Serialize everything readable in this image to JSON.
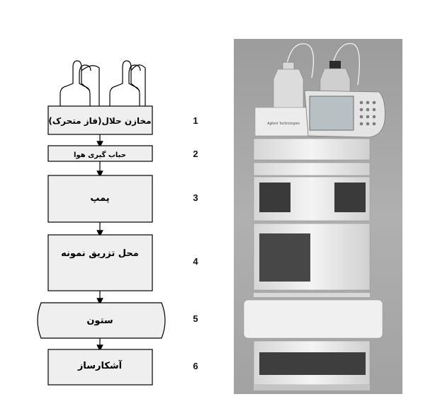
{
  "diagram": {
    "steps": [
      {
        "number": "1",
        "label": "مخازن حلال(فاز متحرک)"
      },
      {
        "number": "2",
        "label": "حباب گیری هوا"
      },
      {
        "number": "3",
        "label": "پمپ"
      },
      {
        "number": "4",
        "label": "محل تزریق نمونه"
      },
      {
        "number": "5",
        "label": "ستون"
      },
      {
        "number": "6",
        "label": "آشکارساز"
      }
    ]
  },
  "photo": {
    "brand_text": "Agilent Technologies"
  },
  "colors": {
    "box_fill": "#efefef",
    "box_stroke": "#000000",
    "photo_bg": "#a8a8a8",
    "module": "#e9e9e9"
  }
}
